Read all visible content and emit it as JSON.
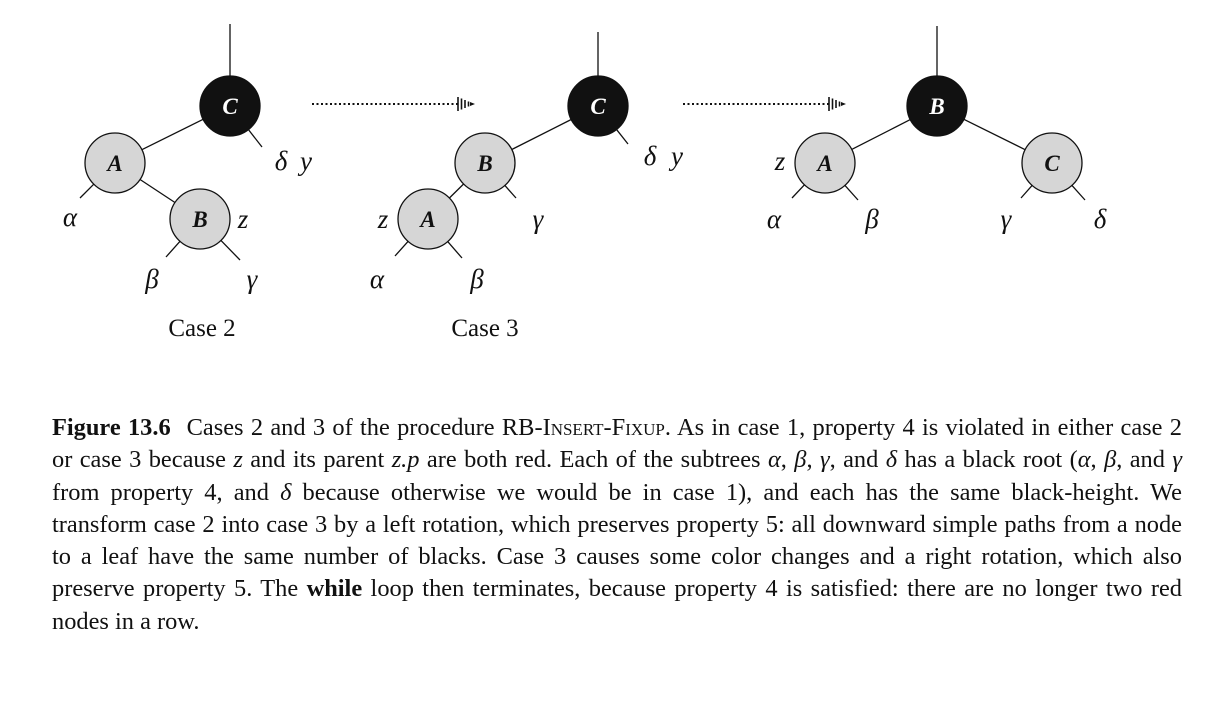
{
  "figure": {
    "trees": [
      {
        "id": "case2",
        "caption": "Case 2",
        "nodes": [
          {
            "id": "C",
            "label": "C",
            "color": "black"
          },
          {
            "id": "A",
            "label": "A",
            "color": "red"
          },
          {
            "id": "B",
            "label": "B",
            "color": "red"
          }
        ],
        "edges": [
          [
            "C",
            "A"
          ],
          [
            "A",
            "B"
          ]
        ],
        "symbols": [
          {
            "id": "alpha",
            "label": "α"
          },
          {
            "id": "beta",
            "label": "β"
          },
          {
            "id": "gamma",
            "label": "γ"
          },
          {
            "id": "delta",
            "label": "δ"
          },
          {
            "id": "y",
            "label": "y"
          },
          {
            "id": "z",
            "label": "z"
          }
        ]
      },
      {
        "id": "case3",
        "caption": "Case 3",
        "nodes": [
          {
            "id": "C",
            "label": "C",
            "color": "black"
          },
          {
            "id": "B",
            "label": "B",
            "color": "red"
          },
          {
            "id": "A",
            "label": "A",
            "color": "red"
          }
        ],
        "edges": [
          [
            "C",
            "B"
          ],
          [
            "B",
            "A"
          ]
        ],
        "symbols": [
          {
            "id": "alpha",
            "label": "α"
          },
          {
            "id": "beta",
            "label": "β"
          },
          {
            "id": "gamma",
            "label": "γ"
          },
          {
            "id": "delta",
            "label": "δ"
          },
          {
            "id": "y",
            "label": "y"
          },
          {
            "id": "z",
            "label": "z"
          }
        ]
      },
      {
        "id": "result",
        "caption": "",
        "nodes": [
          {
            "id": "B",
            "label": "B",
            "color": "black"
          },
          {
            "id": "A",
            "label": "A",
            "color": "red"
          },
          {
            "id": "C",
            "label": "C",
            "color": "red"
          }
        ],
        "edges": [
          [
            "B",
            "A"
          ],
          [
            "B",
            "C"
          ]
        ],
        "symbols": [
          {
            "id": "alpha",
            "label": "α"
          },
          {
            "id": "beta",
            "label": "β"
          },
          {
            "id": "gamma",
            "label": "γ"
          },
          {
            "id": "delta",
            "label": "δ"
          },
          {
            "id": "z",
            "label": "z"
          }
        ]
      }
    ],
    "colors": {
      "black_node": "#111111",
      "red_node": "#d6d6d6",
      "black_text": "#ffffff",
      "red_text": "#111111"
    },
    "arrows": [
      {
        "from": "case2",
        "to": "case3"
      },
      {
        "from": "case3",
        "to": "result"
      }
    ]
  },
  "caption": {
    "figure_number": "Figure 13.6",
    "p1": "Cases 2 and 3 of the procedure RB-I",
    "p1_sc": "nsert",
    "p1b": "-F",
    "p1b_sc": "ixup",
    "p2": ". As in case 1, property 4 is violated in either case 2 or case 3 because ",
    "z1": "z",
    "p3": " and its parent ",
    "zp": "z.p",
    "p4": " are both red. Each of the subtrees ",
    "a1": "α",
    "s1": ", ",
    "b1": "β",
    "s2": ", ",
    "g1": "γ",
    "p5": ", and ",
    "d1": "δ",
    "p6": " has a black root (",
    "a2": "α",
    "s3": ", ",
    "b2": "β",
    "p7": ", and ",
    "g2": "γ",
    "p8": " from property 4, and ",
    "d2": "δ",
    "p9": " because otherwise we would be in case 1), and each has the same black-height. We transform case 2 into case 3 by a left rotation, which preserves property 5: all downward simple paths from a node to a leaf have the same number of blacks. Case 3 causes some color changes and a right rotation, which also preserve property 5. The ",
    "while_kw": "while",
    "p10": " loop then terminates, because property 4 is satisfied: there are no longer two red nodes in a row."
  }
}
